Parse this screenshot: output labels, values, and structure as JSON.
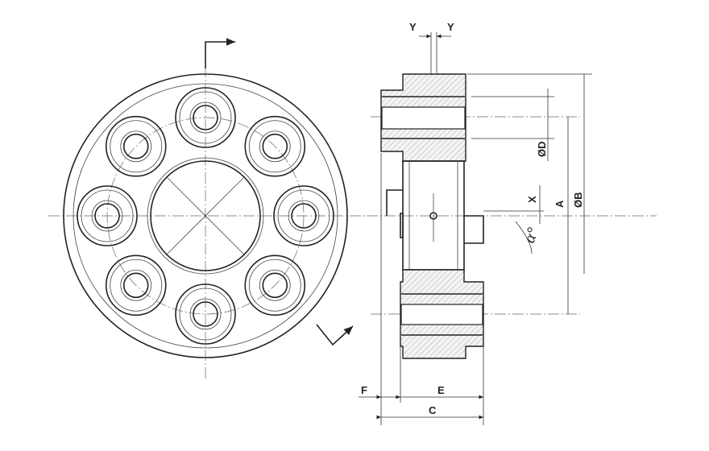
{
  "labels": {
    "y_left": "Y",
    "y_right": "Y",
    "diameter_d": "ØD",
    "x": "X",
    "a": "A",
    "diameter_b": "ØB",
    "alpha": "α°",
    "f": "F",
    "e": "E",
    "c": "C"
  },
  "colors": {
    "line": "#222222",
    "background": "#ffffff"
  },
  "bolt_hole_count": 8
}
